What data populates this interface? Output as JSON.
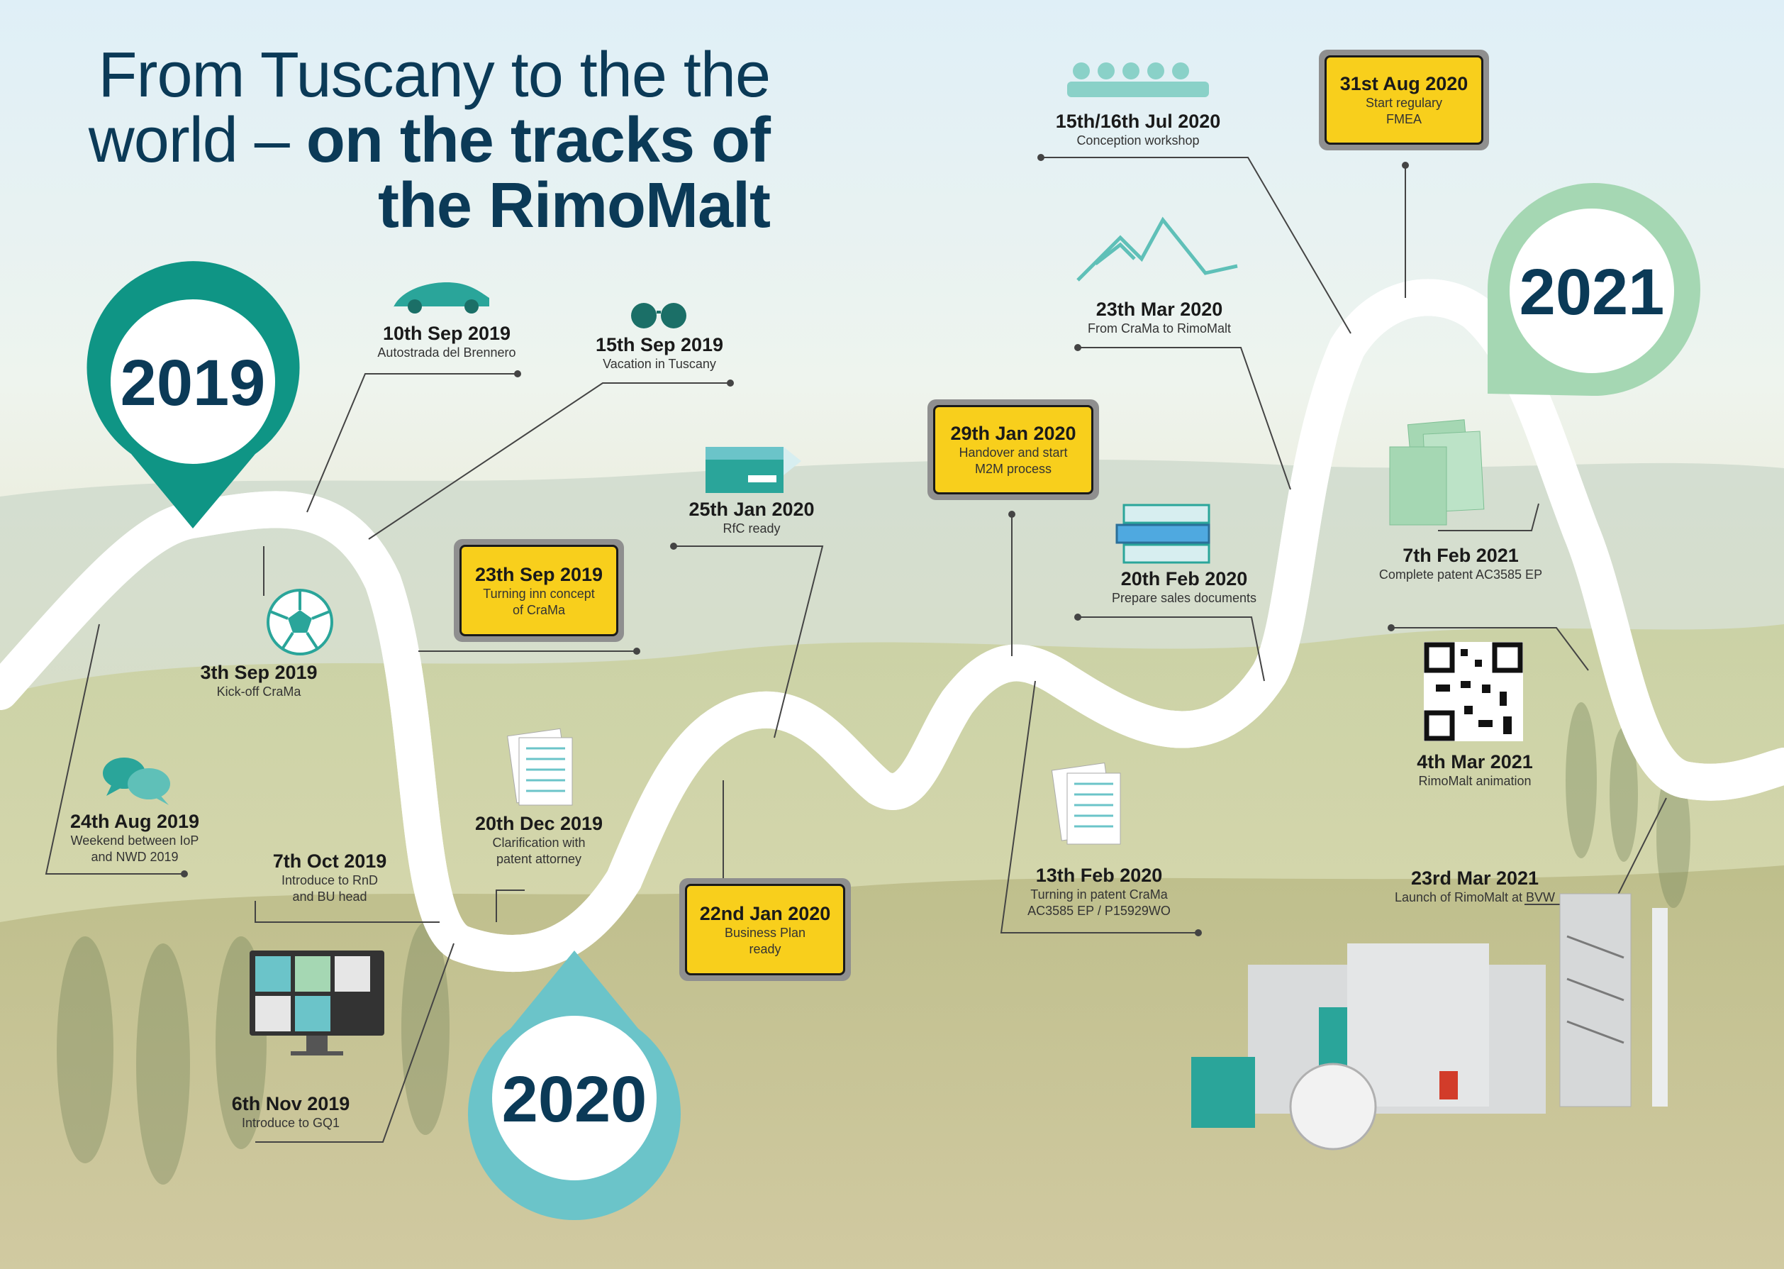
{
  "title": {
    "line1": "From Tuscany to the the",
    "line2_light": "world – ",
    "line2_bold": "on the tracks of",
    "line3": "the RimoMalt"
  },
  "years": {
    "y2019": "2019",
    "y2020": "2020",
    "y2021": "2021"
  },
  "colors": {
    "pin2019": "#0f9585",
    "pin2020": "#6bc4c9",
    "pin2021": "#a5d7b3",
    "sign": "#f8cf1c",
    "road": "#3a3a3a",
    "title": "#0b3a57"
  },
  "events": {
    "e1": {
      "date": "24th Aug 2019",
      "text1": "Weekend between IoP",
      "text2": "and NWD 2019",
      "icon": "chat-bubbles-icon"
    },
    "e2": {
      "date": "3th Sep 2019",
      "text1": "Kick-off CraMa",
      "icon": "soccer-ball-icon"
    },
    "e3": {
      "date": "10th Sep 2019",
      "text1": "Autostrada del Brennero",
      "icon": "car-icon"
    },
    "e4": {
      "date": "15th Sep 2019",
      "text1": "Vacation in Tuscany",
      "icon": "sunglasses-icon"
    },
    "e5": {
      "date": "23th Sep 2019",
      "text1": "Turning inn concept",
      "text2": "of CraMa"
    },
    "e6": {
      "date": "7th Oct 2019",
      "text1": "Introduce to RnD",
      "text2": "and BU head"
    },
    "e7": {
      "date": "6th Nov 2019",
      "text1": "Introduce to GQ1",
      "icon": "video-call-icon"
    },
    "e8": {
      "date": "20th Dec 2019",
      "text1": "Clarification with",
      "text2": "patent attorney",
      "icon": "documents-icon"
    },
    "e9": {
      "date": "22nd Jan 2020",
      "text1": "Business Plan",
      "text2": "ready"
    },
    "e10": {
      "date": "25th Jan 2020",
      "text1": "RfC ready",
      "icon": "folder-icon"
    },
    "e11": {
      "date": "29th Jan 2020",
      "text1": "Handover and start",
      "text2": "M2M process"
    },
    "e12": {
      "date": "13th Feb 2020",
      "text1": "Turning in patent CraMa",
      "text2": "AC3585 EP / P15929WO",
      "icon": "documents-icon"
    },
    "e13": {
      "date": "20th Feb 2020",
      "text1": "Prepare sales documents",
      "icon": "binders-icon"
    },
    "e14": {
      "date": "23th Mar 2020",
      "text1": "From CraMa to RimoMalt",
      "icon": "mountains-icon"
    },
    "e15": {
      "date": "15th/16th Jul 2020",
      "text1": "Conception workshop",
      "icon": "meeting-icon"
    },
    "e16": {
      "date": "31st Aug 2020",
      "text1": "Start regulary",
      "text2": "FMEA"
    },
    "e17": {
      "date": "7th Feb 2021",
      "text1": "Complete patent AC3585 EP",
      "icon": "stacked-papers-icon"
    },
    "e18": {
      "date": "4th Mar 2021",
      "text1": "RimoMalt animation",
      "icon": "qr-code-icon"
    },
    "e19": {
      "date": "23rd Mar 2021",
      "text1": "Launch of RimoMalt at BVW",
      "icon": "machine-icon"
    }
  }
}
